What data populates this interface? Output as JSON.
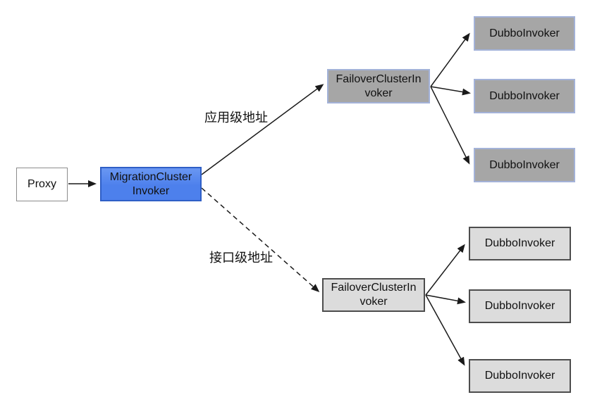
{
  "nodes": {
    "proxy": {
      "label": "Proxy"
    },
    "migration_cluster_invoker": {
      "line1": "MigrationCluster",
      "line2": "Invoker"
    },
    "failover_cluster_invoker_app": {
      "line1": "FailoverClusterIn",
      "line2": "voker"
    },
    "failover_cluster_invoker_interface": {
      "line1": "FailoverClusterIn",
      "line2": "voker"
    },
    "dubbo_invokers_app": [
      "DubboInvoker",
      "DubboInvoker",
      "DubboInvoker"
    ],
    "dubbo_invokers_interface": [
      "DubboInvoker",
      "DubboInvoker",
      "DubboInvoker"
    ]
  },
  "edge_labels": {
    "app_level": "应用级地址",
    "interface_level": "接口级地址"
  },
  "colors": {
    "migration_fill": "#4d80ec",
    "migration_border": "#2f5fc6",
    "app_invoker_fill": "#a6a6a6",
    "app_invoker_border": "#a3b2d8",
    "interface_invoker_fill": "#dcdcdc",
    "interface_invoker_border": "#4d4d4d",
    "proxy_fill": "#ffffff",
    "proxy_border": "#8c8c8c",
    "edge": "#1a1a1a",
    "text": "#111111",
    "background": "#ffffff"
  }
}
